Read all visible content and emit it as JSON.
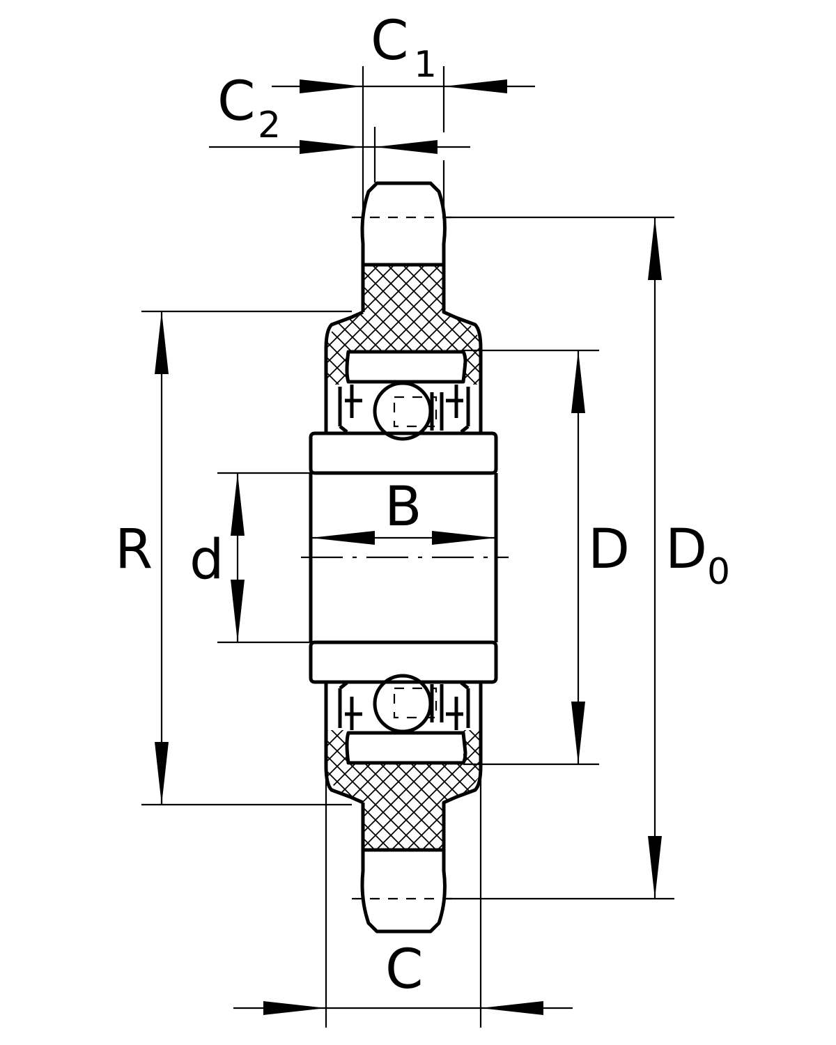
{
  "labels": {
    "c1_main": "C",
    "c1_sub": "1",
    "c2_main": "C",
    "c2_sub": "2",
    "b": "B",
    "r": "R",
    "d_small": "d",
    "d_big": "D",
    "d0_main": "D",
    "d0_sub": "0",
    "c": "C"
  },
  "colors": {
    "line": "#000000",
    "background": "#ffffff"
  }
}
